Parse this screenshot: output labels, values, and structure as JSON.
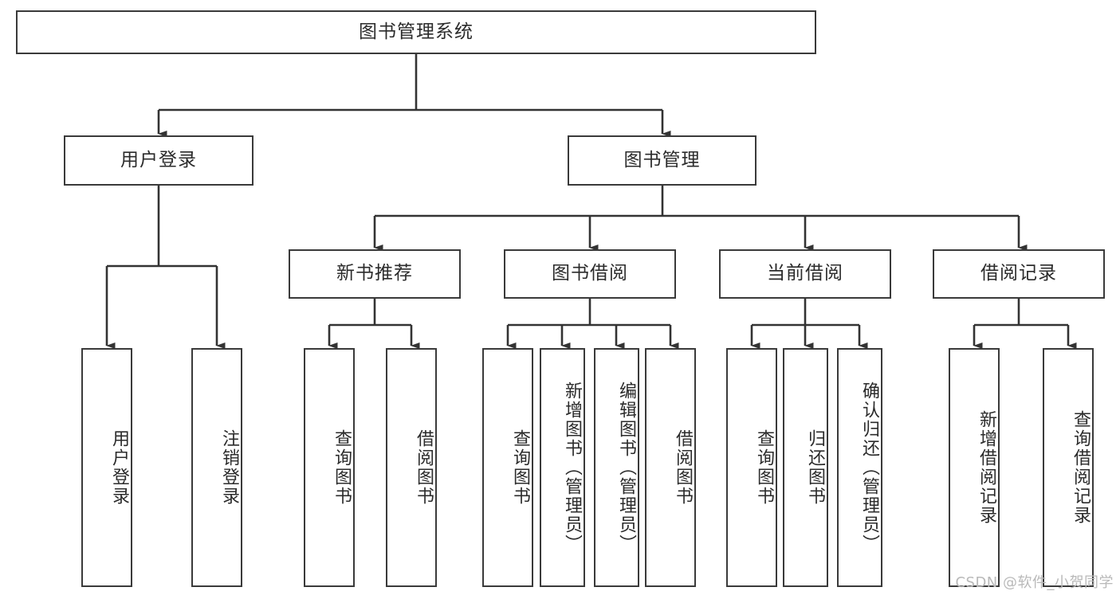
{
  "diagram": {
    "title": "图书管理系统",
    "type": "tree-hierarchy-diagram",
    "stroke_color": "#3a3a3a",
    "text_color": "#2b2b2b",
    "background_color": "#ffffff",
    "watermark": "CSDN @软件_小贺同学",
    "levels": {
      "root": "图书管理系统",
      "level2": [
        "用户登录",
        "图书管理"
      ],
      "level3": [
        "新书推荐",
        "图书借阅",
        "当前借阅",
        "借阅记录"
      ]
    }
  },
  "nodes": {
    "root": {
      "label": "图书管理系统"
    },
    "user_login": {
      "label": "用户登录"
    },
    "book_manage": {
      "label": "图书管理"
    },
    "new_book_rec": {
      "label": "新书推荐"
    },
    "book_borrow": {
      "label": "图书借阅"
    },
    "current_borrow": {
      "label": "当前借阅"
    },
    "borrow_record": {
      "label": "借阅记录"
    },
    "leaf_user_login": {
      "label": "用户登录"
    },
    "leaf_logout": {
      "label": "注销登录"
    },
    "leaf_rec_query_book": {
      "label": "查询图书"
    },
    "leaf_rec_borrow_book": {
      "label": "借阅图书"
    },
    "leaf_borrow_query_book": {
      "label": "查询图书"
    },
    "leaf_add_book_admin": {
      "label": "新增图书（管理员）"
    },
    "leaf_edit_book_admin": {
      "label": "编辑图书（管理员）"
    },
    "leaf_borrow_book": {
      "label": "借阅图书"
    },
    "leaf_cur_query_book": {
      "label": "查询图书"
    },
    "leaf_return_book": {
      "label": "归还图书"
    },
    "leaf_confirm_return_admin": {
      "label": "确认归还（管理员）"
    },
    "leaf_add_record": {
      "label": "新增借阅记录"
    },
    "leaf_query_record": {
      "label": "查询借阅记录"
    }
  },
  "edges": [
    {
      "from": "root",
      "to": "用户登录"
    },
    {
      "from": "root",
      "to": "图书管理"
    },
    {
      "from": "用户登录",
      "to": "用户登录(叶)"
    },
    {
      "from": "用户登录",
      "to": "注销登录"
    },
    {
      "from": "图书管理",
      "to": "新书推荐"
    },
    {
      "from": "图书管理",
      "to": "图书借阅"
    },
    {
      "from": "图书管理",
      "to": "当前借阅"
    },
    {
      "from": "图书管理",
      "to": "借阅记录"
    },
    {
      "from": "新书推荐",
      "to": "查询图书"
    },
    {
      "from": "新书推荐",
      "to": "借阅图书"
    },
    {
      "from": "图书借阅",
      "to": "查询图书"
    },
    {
      "from": "图书借阅",
      "to": "新增图书（管理员）"
    },
    {
      "from": "图书借阅",
      "to": "编辑图书（管理员）"
    },
    {
      "from": "图书借阅",
      "to": "借阅图书"
    },
    {
      "from": "当前借阅",
      "to": "查询图书"
    },
    {
      "from": "当前借阅",
      "to": "归还图书"
    },
    {
      "from": "当前借阅",
      "to": "确认归还（管理员）"
    },
    {
      "from": "借阅记录",
      "to": "新增借阅记录"
    },
    {
      "from": "借阅记录",
      "to": "查询借阅记录"
    }
  ]
}
